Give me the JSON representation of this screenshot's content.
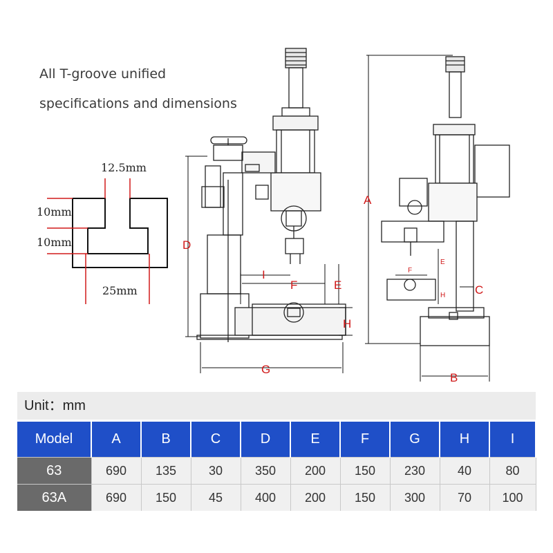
{
  "heading": {
    "line1": "All T-groove unified",
    "line2": "specifications and dimensions"
  },
  "groove": {
    "top": "12.5mm",
    "upper": "10mm",
    "lower": "10mm",
    "bottom": "25mm"
  },
  "labels": {
    "A": "A",
    "B": "B",
    "C": "C",
    "D": "D",
    "E": "E",
    "F": "F",
    "G": "G",
    "H": "H",
    "I": "I"
  },
  "colors": {
    "header": "#1f4fc8",
    "model_cell": "#6a6a6a",
    "dimension": "#d01818"
  },
  "unit": "Unit：mm",
  "table": {
    "headers": [
      "Model",
      "A",
      "B",
      "C",
      "D",
      "E",
      "F",
      "G",
      "H",
      "I"
    ],
    "rows": [
      [
        "63",
        "690",
        "135",
        "30",
        "350",
        "200",
        "150",
        "230",
        "40",
        "80"
      ],
      [
        "63A",
        "690",
        "150",
        "45",
        "400",
        "200",
        "150",
        "300",
        "70",
        "100"
      ]
    ]
  }
}
